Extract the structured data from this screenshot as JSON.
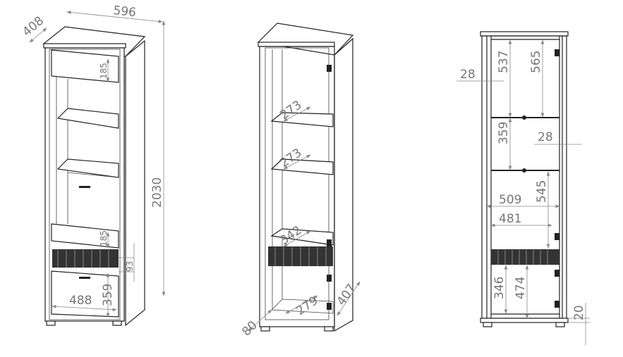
{
  "views": {
    "front_closed": {
      "width": "596",
      "depth": "408",
      "height": "2030",
      "drawer_top_height": "185",
      "drawer_bottom_height": "185",
      "grille_height": "93",
      "lower_door_height": "359",
      "inner_width": "488"
    },
    "open_perspective": {
      "shelf_spacing_upper": "273",
      "shelf_spacing_lower": "273",
      "compartment_height": "342",
      "inner_depth": "279",
      "side_depth": "407",
      "plinth_setback": "80"
    },
    "front_elevation": {
      "side_thickness_left": "28",
      "upper_compartment": "537",
      "upper_door": "565",
      "middle_compartment": "359",
      "side_thickness_right": "28",
      "lower_door": "545",
      "outer_inner_width": "509",
      "inner_width": "481",
      "bottom_compartment": "346",
      "bottom_door": "474",
      "leg_height": "20"
    }
  },
  "colors": {
    "line": "#222222",
    "dimension": "#888888"
  }
}
